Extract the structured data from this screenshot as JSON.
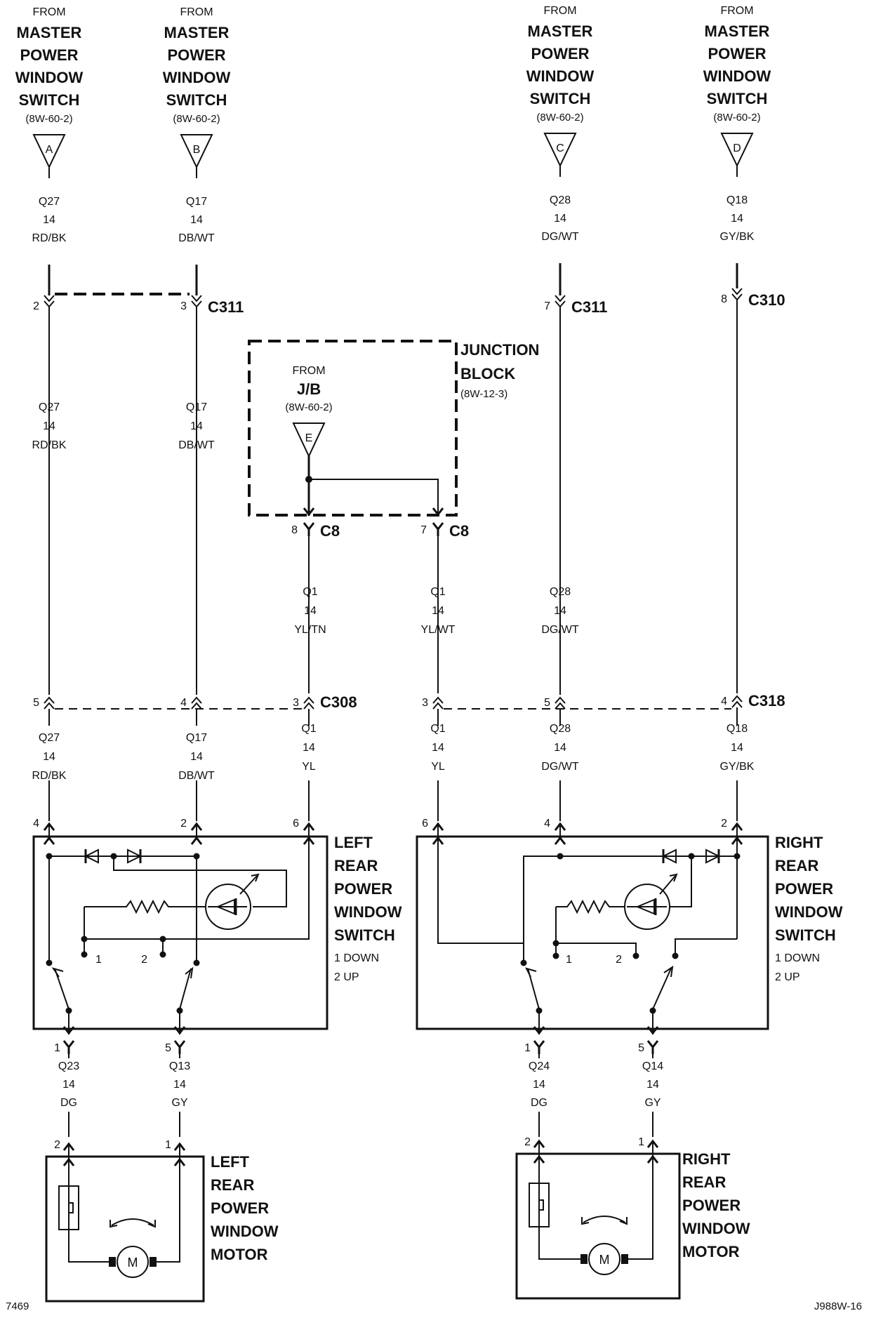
{
  "sources": [
    {
      "from": "FROM",
      "name": [
        "MASTER",
        "POWER",
        "WINDOW",
        "SWITCH"
      ],
      "ref": "(8W-60-2)",
      "tag": "A",
      "circuit": "Q27",
      "gauge": "14",
      "color": "RD/BK"
    },
    {
      "from": "FROM",
      "name": [
        "MASTER",
        "POWER",
        "WINDOW",
        "SWITCH"
      ],
      "ref": "(8W-60-2)",
      "tag": "B",
      "circuit": "Q17",
      "gauge": "14",
      "color": "DB/WT"
    },
    {
      "from": "FROM",
      "name": [
        "MASTER",
        "POWER",
        "WINDOW",
        "SWITCH"
      ],
      "ref": "(8W-60-2)",
      "tag": "C",
      "circuit": "Q28",
      "gauge": "14",
      "color": "DG/WT"
    },
    {
      "from": "FROM",
      "name": [
        "MASTER",
        "POWER",
        "WINDOW",
        "SWITCH"
      ],
      "ref": "(8W-60-2)",
      "tag": "D",
      "circuit": "Q18",
      "gauge": "14",
      "color": "GY/BK"
    }
  ],
  "connectors_top": [
    {
      "pin": "2"
    },
    {
      "pin": "3",
      "name": "C311"
    },
    {
      "pin": "7",
      "name": "C311"
    },
    {
      "pin": "8",
      "name": "C310"
    }
  ],
  "mid_wires": [
    {
      "circuit": "Q27",
      "gauge": "14",
      "color": "RD/BK"
    },
    {
      "circuit": "Q17",
      "gauge": "14",
      "color": "DB/WT"
    },
    {
      "circuit": "Q1",
      "gauge": "14",
      "color": "YL/TN"
    },
    {
      "circuit": "Q1",
      "gauge": "14",
      "color": "YL/WT"
    },
    {
      "circuit": "Q28",
      "gauge": "14",
      "color": "DG/WT"
    }
  ],
  "junction_block": {
    "label": [
      "JUNCTION",
      "BLOCK"
    ],
    "ref": "(8W-12-3)",
    "from": "FROM",
    "name": "J/B",
    "name_ref": "(8W-60-2)",
    "tag": "E",
    "c8_left_pin": "8",
    "c8_right_pin": "7",
    "c8_name": "C8"
  },
  "connectors_lower": [
    {
      "pin": "5"
    },
    {
      "pin": "4"
    },
    {
      "pin": "3",
      "name": "C308"
    },
    {
      "pin": "3"
    },
    {
      "pin": "5"
    },
    {
      "pin": "4",
      "name": "C318"
    }
  ],
  "lower_wires": [
    {
      "circuit": "Q27",
      "gauge": "14",
      "color": "RD/BK"
    },
    {
      "circuit": "Q17",
      "gauge": "14",
      "color": "DB/WT"
    },
    {
      "circuit": "Q1",
      "gauge": "14",
      "color": "YL"
    },
    {
      "circuit": "Q1",
      "gauge": "14",
      "color": "YL"
    },
    {
      "circuit": "Q28",
      "gauge": "14",
      "color": "DG/WT"
    },
    {
      "circuit": "Q18",
      "gauge": "14",
      "color": "GY/BK"
    }
  ],
  "switch_pins": {
    "left": [
      "4",
      "2",
      "6"
    ],
    "right": [
      "6",
      "4",
      "2"
    ]
  },
  "left_switch": {
    "label": [
      "LEFT",
      "REAR",
      "POWER",
      "WINDOW",
      "SWITCH"
    ],
    "legend": [
      "1 DOWN",
      "2 UP"
    ],
    "contact1": "1",
    "contact2": "2"
  },
  "right_switch": {
    "label": [
      "RIGHT",
      "REAR",
      "POWER",
      "WINDOW",
      "SWITCH"
    ],
    "legend": [
      "1 DOWN",
      "2 UP"
    ],
    "contact1": "1",
    "contact2": "2"
  },
  "switch_out_pins": {
    "left": [
      "1",
      "5"
    ],
    "right": [
      "1",
      "5"
    ]
  },
  "motor_wires": [
    {
      "circuit": "Q23",
      "gauge": "14",
      "color": "DG"
    },
    {
      "circuit": "Q13",
      "gauge": "14",
      "color": "GY"
    },
    {
      "circuit": "Q24",
      "gauge": "14",
      "color": "DG"
    },
    {
      "circuit": "Q14",
      "gauge": "14",
      "color": "GY"
    }
  ],
  "motor_pins": {
    "left": [
      "2",
      "1"
    ],
    "right": [
      "2",
      "1"
    ]
  },
  "left_motor": {
    "label": [
      "LEFT",
      "REAR",
      "POWER",
      "WINDOW",
      "MOTOR"
    ],
    "symbol": "M"
  },
  "right_motor": {
    "label": [
      "RIGHT",
      "REAR",
      "POWER",
      "WINDOW",
      "MOTOR"
    ],
    "symbol": "M"
  },
  "footer": {
    "left": "7469",
    "right": "J988W-16"
  }
}
